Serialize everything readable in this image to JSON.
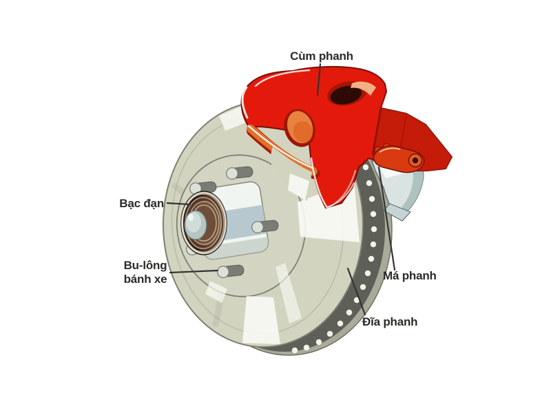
{
  "figure": {
    "type": "labeled-diagram",
    "subject": "disc brake assembly",
    "labels": {
      "caliper": "Cùm phanh",
      "bearing": "Bạc đạn",
      "wheel_bolt": [
        "Bu-lông",
        "bánh xe"
      ],
      "brake_pad": "Má phanh",
      "brake_disc": "Đĩa phanh"
    },
    "colors": {
      "background": "#ffffff",
      "caliper_red": "#e31a0b",
      "caliper_dark_red": "#c01d08",
      "caliper_lining_orange": "#e2702c",
      "window_orange": "#e8823f",
      "disc_face": "#d2d4c0",
      "disc_edge_band": "#5e5f56",
      "disc_outer_rim": "#a9aa9b",
      "hub_plate_blue": "#b3c6cb",
      "bracket_steel": "#d9e4e2",
      "bearing_brown": "#54392a",
      "stud_gray": "#7b7c74",
      "label_text": "#2a2a26",
      "leader_line": "#33322f"
    }
  }
}
